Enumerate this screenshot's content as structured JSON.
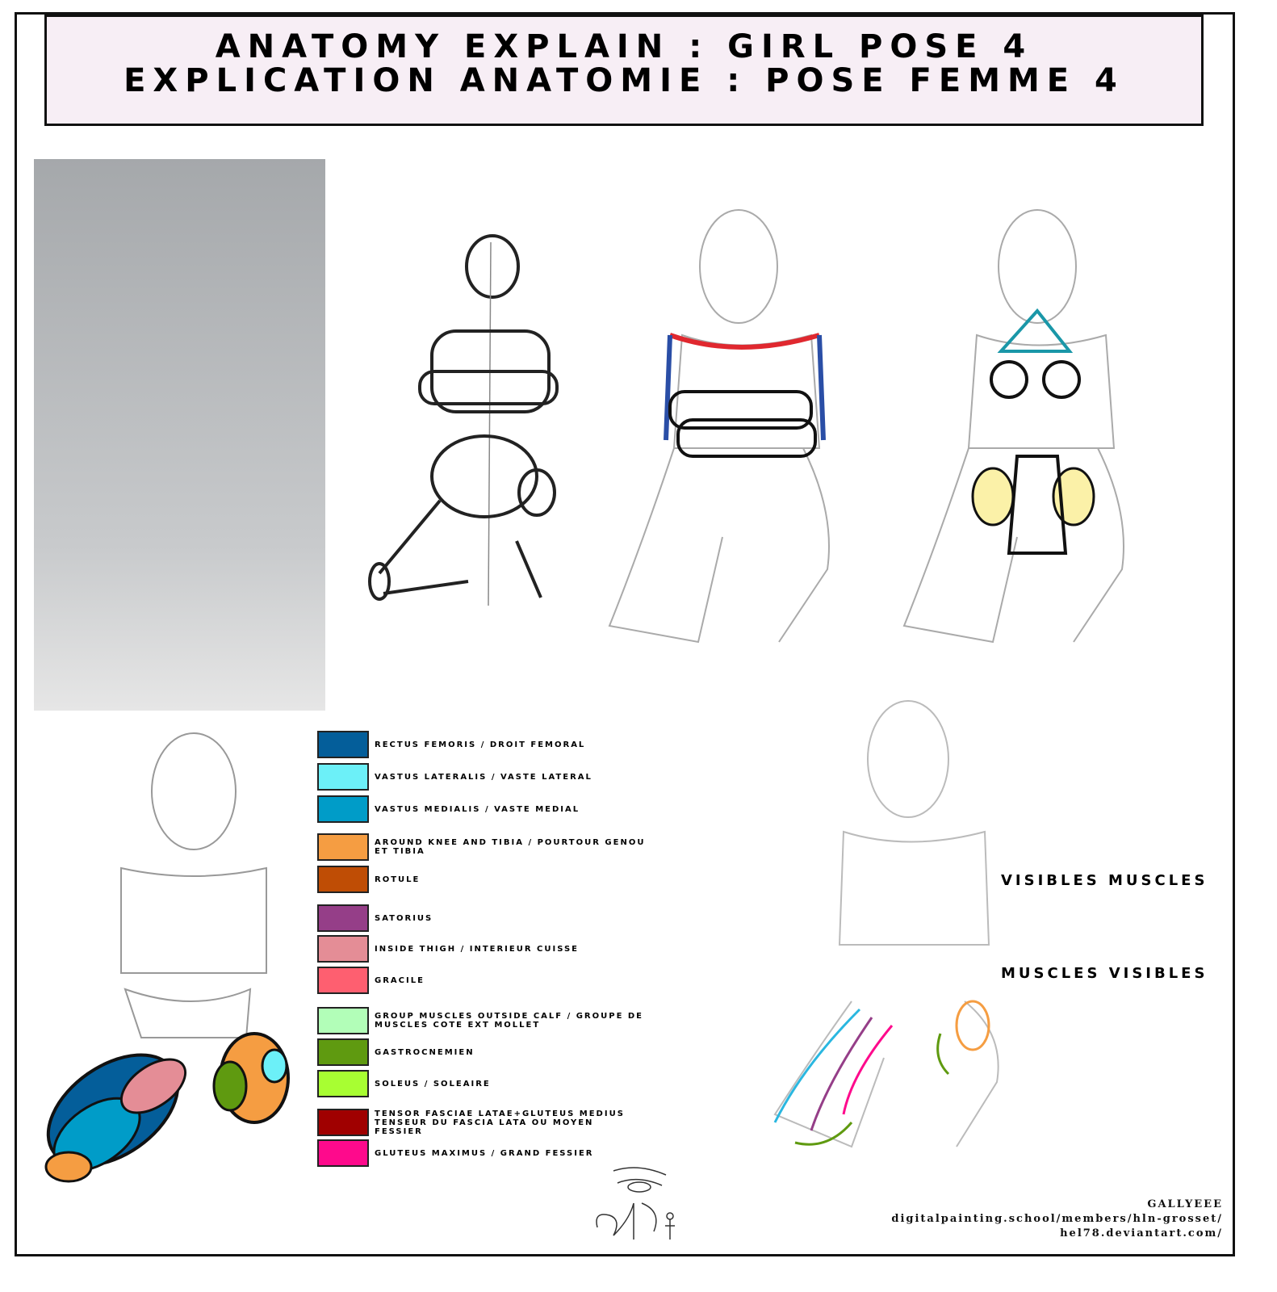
{
  "title": {
    "line1": "ANATOMY EXPLAIN : GIRL POSE 4",
    "line2": "EXPLICATION ANATOMIE : POSE FEMME 4"
  },
  "legend": [
    {
      "color": "#045e9a",
      "label": "RECTUS FEMORIS / DROIT FEMORAL"
    },
    {
      "color": "#6cf0f8",
      "label": "VASTUS LATERALIS / VASTE LATERAL"
    },
    {
      "color": "#009cc8",
      "label": "VASTUS MEDIALIS / VASTE MEDIAL"
    },
    {
      "color": "#f59d42",
      "label": "AROUND KNEE AND TIBIA / POURTOUR GENOU ET TIBIA"
    },
    {
      "color": "#bf4d05",
      "label": "ROTULE"
    },
    {
      "color": "#953e88",
      "label": "SATORIUS"
    },
    {
      "color": "#e48d96",
      "label": "INSIDE THIGH / INTERIEUR CUISSE"
    },
    {
      "color": "#fe5f70",
      "label": "GRACILE"
    },
    {
      "color": "#b2feb8",
      "label": "GROUP MUSCLES OUTSIDE CALF / GROUPE DE MUSCLES COTE EXT MOLLET"
    },
    {
      "color": "#5f9a10",
      "label": "GASTROCNEMIEN"
    },
    {
      "color": "#a8fe32",
      "label": "SOLEUS / SOLEAIRE"
    },
    {
      "color": "#a00000",
      "label": "TENSOR FASCIAE LATAE+GLUTEUS MEDIUS TENSEUR DU FASCIA LATA OU MOYEN FESSIER"
    },
    {
      "color": "#fe0a8c",
      "label": "GLUTEUS MAXIMUS / GRAND FESSIER"
    }
  ],
  "side_labels": {
    "en": "VISIBLES MUSCLES",
    "fr": "MUSCLES VISIBLES"
  },
  "credits": {
    "author": "GALLYEEE",
    "link1": "digitalpainting.school/members/hln-grosset/",
    "link2": "hel78.deviantart.com/"
  }
}
